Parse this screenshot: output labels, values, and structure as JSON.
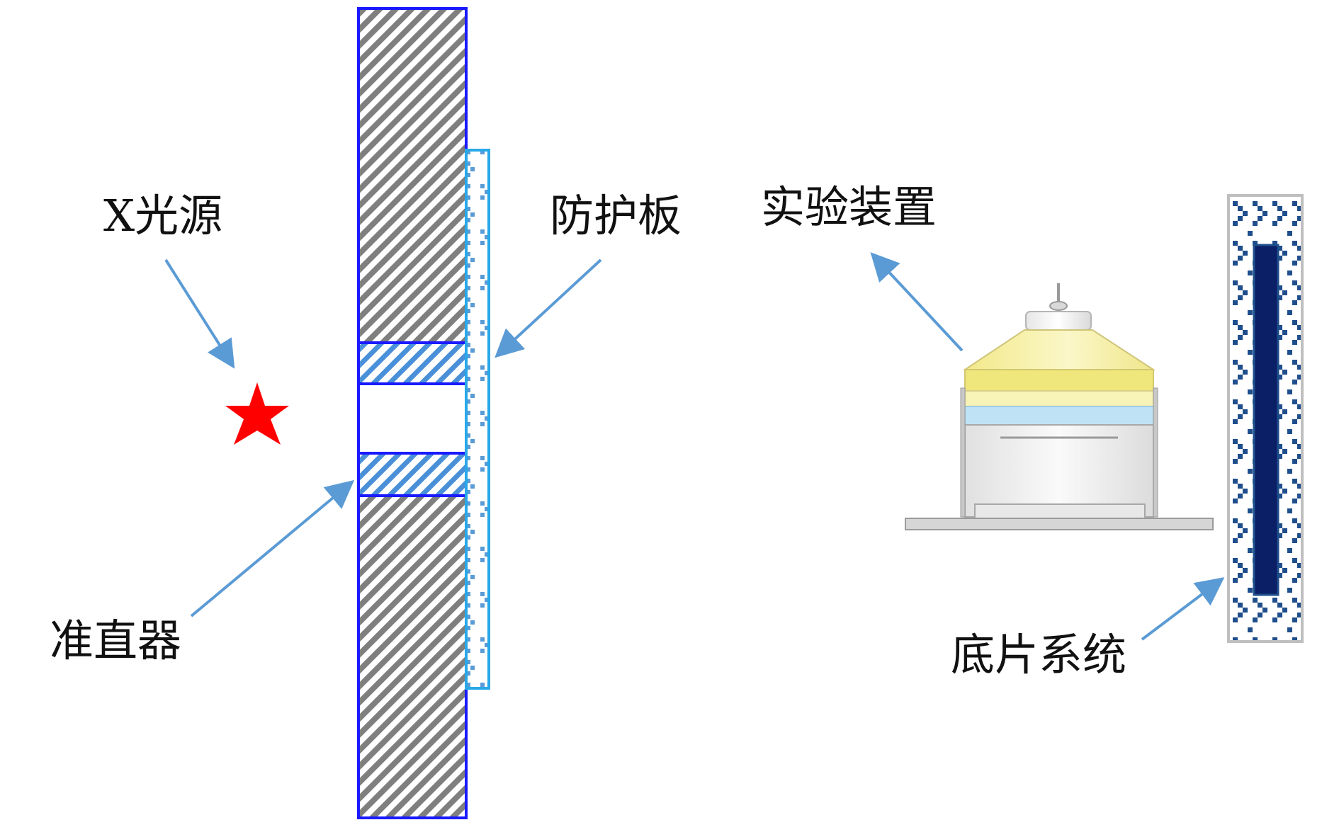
{
  "labels": {
    "x_source": "X光源",
    "protective_plate": "防护板",
    "experiment_device": "实验装置",
    "collimator": "准直器",
    "film_system": "底片系统"
  },
  "colors": {
    "arrow": "#5b9bd5",
    "star": "#ff0000",
    "collimator_border": "#1a1aff",
    "collimator_hatch": "#7f7f7f",
    "collimator_gap_hatch": "#4a90d9",
    "plate_border": "#29a8e8",
    "film_frame": "#bfbfbf",
    "film_pattern": "#1f4e8c",
    "film_core": "#0b1f66",
    "device_cone": "#f5ee9a",
    "device_band": "#bfe3f5"
  },
  "icons": {
    "source": "star-burst",
    "device": "lamp-shaped-apparatus"
  }
}
